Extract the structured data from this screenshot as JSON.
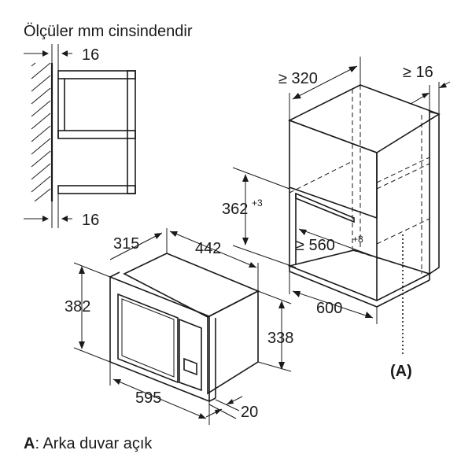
{
  "header": {
    "units_note": "Ölçüler mm cinsindendir"
  },
  "side_view": {
    "top_gap": "16",
    "bottom_gap": "16"
  },
  "cabinet": {
    "depth_min": "≥ 320",
    "side_min": "≥ 16",
    "niche_height": "362",
    "niche_height_tol": "+3",
    "niche_width_min": "≥ 560",
    "niche_width_tol": "+8",
    "cabinet_width": "600",
    "rear_label": "(A)"
  },
  "appliance": {
    "depth_top": "315",
    "body_width": "442",
    "front_height": "382",
    "body_height": "338",
    "front_width": "595",
    "frame_depth": "20"
  },
  "footer": {
    "legend_key": "A",
    "legend_text": ": Arka duvar açık"
  }
}
